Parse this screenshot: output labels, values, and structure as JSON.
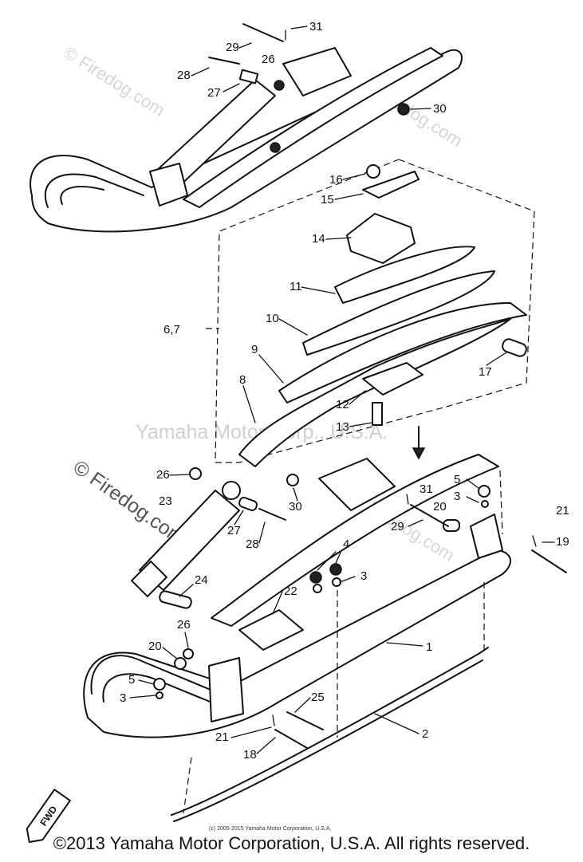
{
  "watermarks": {
    "top_left": "© Firedog.com",
    "top_right": "Firedog.com",
    "center": "Yamaha Motor Corp., U.S.A.",
    "left": "© Firedog.com",
    "right": "Firedog.com"
  },
  "callouts": {
    "c31_top": "31",
    "c29_top": "29",
    "c28_top": "28",
    "c26_top": "26",
    "c27_top": "27",
    "c30_top": "30",
    "c16": "16",
    "c15": "15",
    "c14": "14",
    "c11": "11",
    "c67": "6,7",
    "c10": "10",
    "c9": "9",
    "c17": "17",
    "c8": "8",
    "c12": "12",
    "c13": "13",
    "c26_mid": "26",
    "c23": "23",
    "c30_mid": "30",
    "c27_mid": "27",
    "c28_mid": "28",
    "c5_right": "5",
    "c31_mid": "31",
    "c3_right": "3",
    "c20_right": "20",
    "c29_mid": "29",
    "c21_right": "21",
    "c19": "19",
    "c4": "4",
    "c3_mid": "3",
    "c24": "24",
    "c22": "22",
    "c26_low": "26",
    "c1": "1",
    "c20_left": "20",
    "c5_left": "5",
    "c3_left": "3",
    "c25": "25",
    "c21_low": "21",
    "c18": "18",
    "c2": "2"
  },
  "fwd_label": "FWD",
  "inner_copyright": "(c) 2005-2015 Yamaha Motor Corporation, U.S.A.",
  "footer": "©2013 Yamaha Motor Corporation, U.S.A. All rights reserved."
}
